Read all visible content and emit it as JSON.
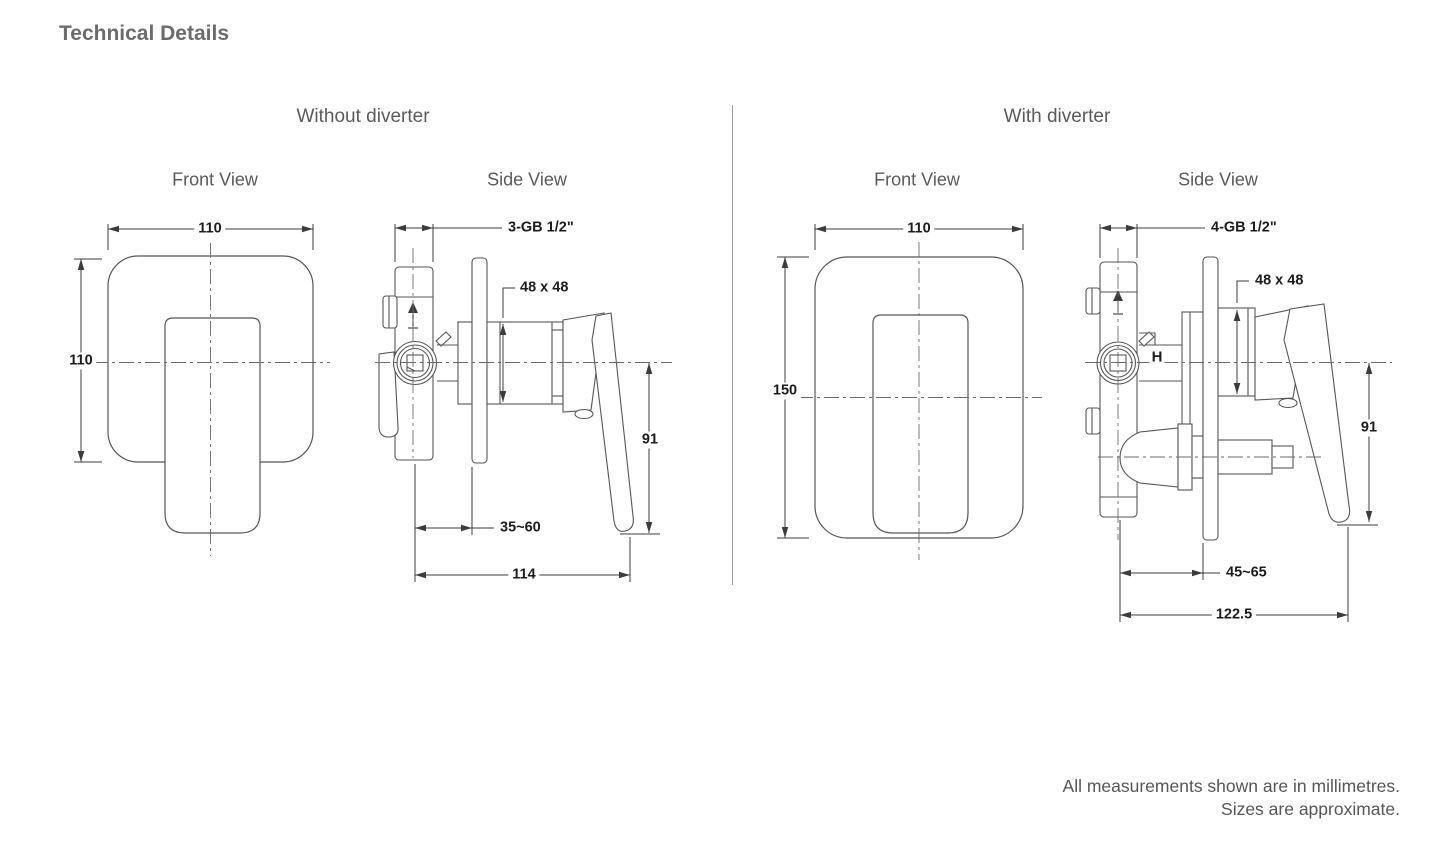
{
  "page": {
    "title": "Technical Details",
    "footer": {
      "line1": "All measurements shown are in millimetres.",
      "line2": "Sizes are approximate."
    }
  },
  "sections": {
    "without_diverter": {
      "title": "Without diverter",
      "front_view_label": "Front View",
      "side_view_label": "Side View",
      "dimensions": {
        "front_width": "110",
        "front_height": "110",
        "inlet_ports": "3-GB 1/2\"",
        "cartridge_size": "48 x 48",
        "handle_drop": "91",
        "rough_in_depth": "35~60",
        "overall_depth": "114"
      }
    },
    "with_diverter": {
      "title": "With diverter",
      "front_view_label": "Front View",
      "side_view_label": "Side View",
      "dimensions": {
        "front_width": "110",
        "front_height": "150",
        "inlet_ports": "4-GB 1/2\"",
        "cartridge_size": "48 x 48",
        "handle_drop": "91",
        "rough_in_depth": "45~65",
        "overall_depth": "122.5",
        "hot_marker": "H"
      }
    }
  },
  "style_tokens": {
    "line_color": "#565656",
    "dim_line_color": "#3c3c3c",
    "dim_text_color": "#1c1c1c",
    "heading_color": "#5a5a5a",
    "divider_color": "#9a9a9a"
  }
}
